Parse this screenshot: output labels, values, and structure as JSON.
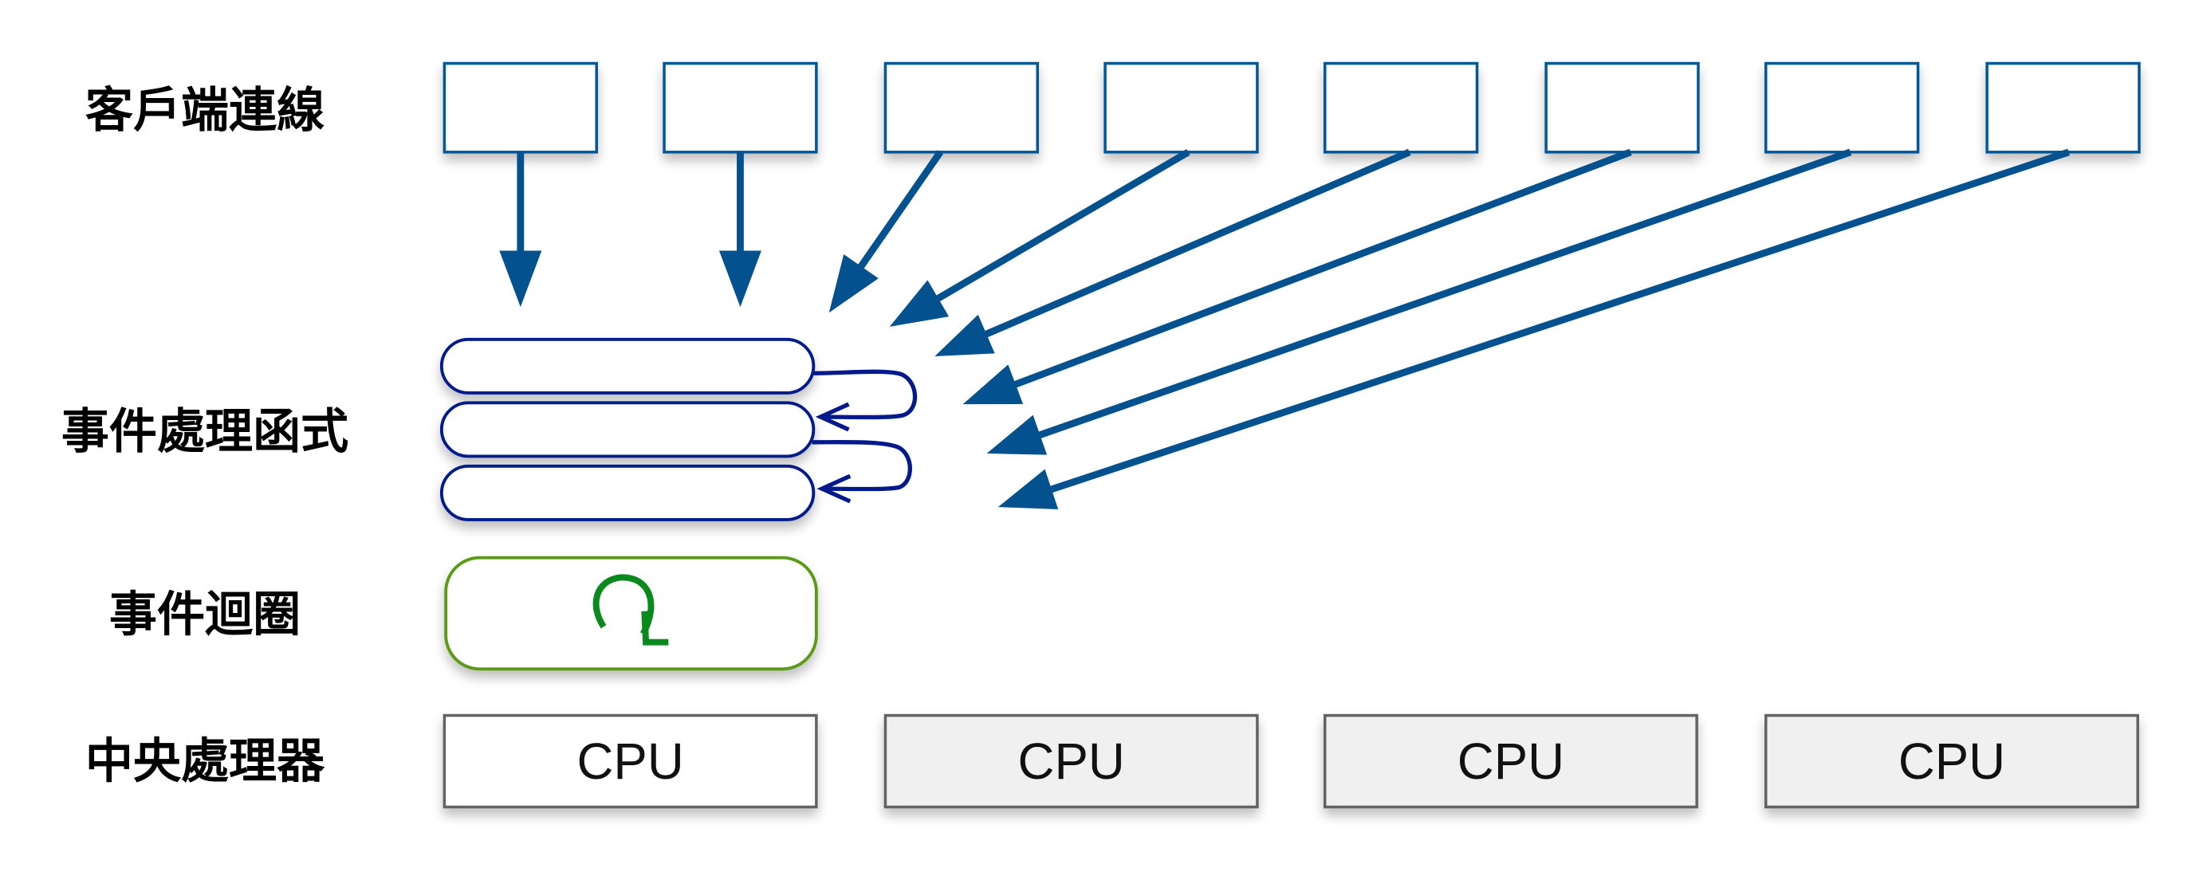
{
  "rows": {
    "clients": {
      "label": "客戶端連線",
      "count": 8
    },
    "handlers": {
      "label": "事件處理函式",
      "count": 3
    },
    "event_loop": {
      "label": "事件迴圈",
      "icon": "loop-arrow-icon"
    },
    "cpus": {
      "label": "中央處理器",
      "items": [
        "CPU",
        "CPU",
        "CPU",
        "CPU"
      ]
    }
  },
  "colors": {
    "client_stroke": "#00589a",
    "arrow": "#03528f",
    "handler_stroke": "#041a8c",
    "loop_stroke": "#5a9a12",
    "loop_icon": "#0a8a1c",
    "cpu_stroke": "#646464",
    "cpu_fill_first": "#ffffff",
    "cpu_fill_other": "#f0f0f0"
  }
}
